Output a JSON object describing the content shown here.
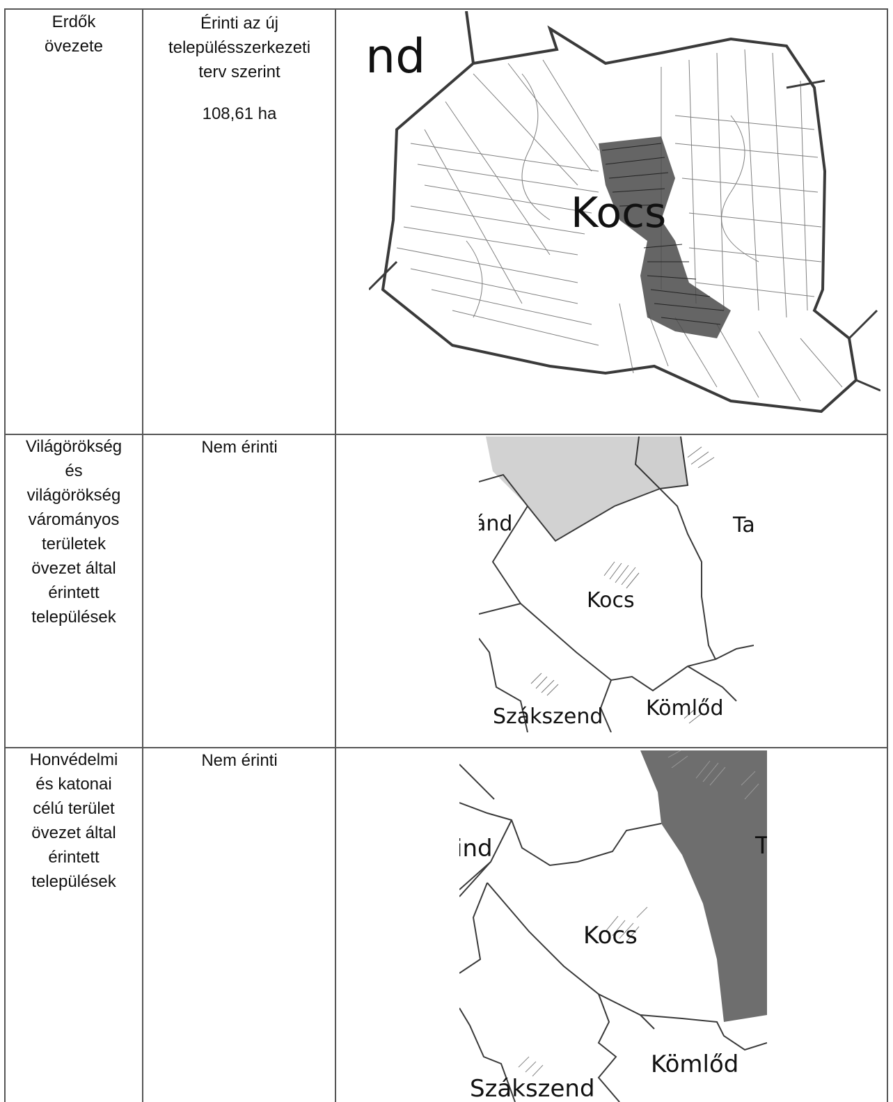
{
  "rows": [
    {
      "zone": [
        "Erdők",
        "övezete"
      ],
      "status": [
        "Érinti az új",
        "településszerkezeti",
        "terv szerint"
      ],
      "area": "108,61 ha",
      "map_labels": [
        "nd",
        "Kocs"
      ]
    },
    {
      "zone": [
        "Világörökség",
        "és",
        "világörökség",
        "várományos",
        "területek",
        "övezet által",
        "érintett",
        "települések"
      ],
      "status": [
        "Nem érinti"
      ],
      "map_labels": [
        "ánd",
        "Ta",
        "Kocs",
        "Szákszend",
        "Kömlőd"
      ]
    },
    {
      "zone": [
        "Honvédelmi",
        "és katonai",
        "célú terület",
        "övezet által",
        "érintett",
        "települések"
      ],
      "status": [
        "Nem érinti"
      ],
      "map_labels": [
        "ind",
        "T",
        "Kocs",
        "Szákszend",
        "Kömlőd"
      ]
    }
  ],
  "colors": {
    "rule": "#555555",
    "map_line": "#3a3a3a",
    "heritage_fill": "#d2d2d2",
    "military_fill": "#6e6e6e",
    "village_fill": "#4a4a4a"
  }
}
